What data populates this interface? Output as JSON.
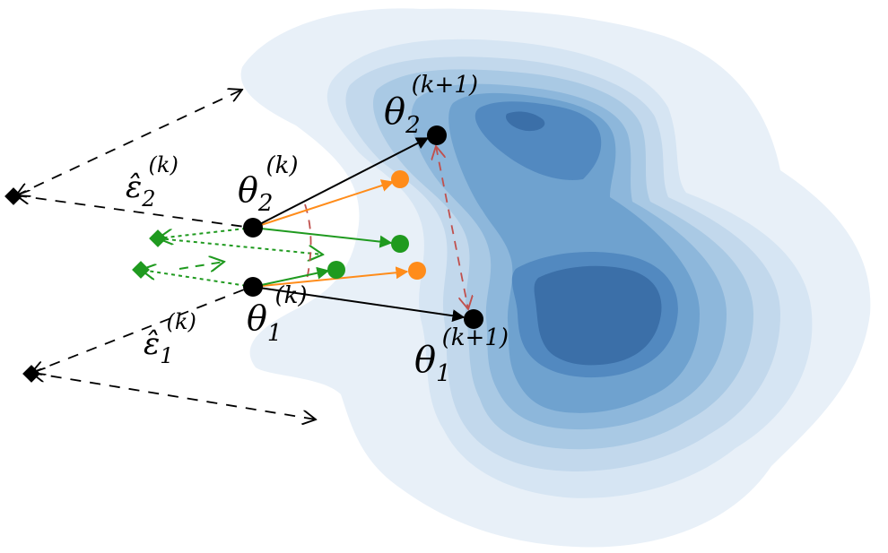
{
  "labels": {
    "theta2_next": {
      "base": "θ",
      "sub": "2",
      "sup": "(k+1)"
    },
    "theta1_next": {
      "base": "θ",
      "sub": "1",
      "sup": "(k+1)"
    },
    "theta2_k": {
      "base": "θ",
      "sub": "2",
      "sup": "(k)"
    },
    "theta1_k": {
      "base": "θ",
      "sub": "1",
      "sup": "(k)"
    },
    "eps2": {
      "base": "ε̂",
      "sub": "2",
      "sup": "(k)"
    },
    "eps1": {
      "base": "ε̂",
      "sub": "1",
      "sup": "(k)"
    }
  },
  "colors": {
    "density_levels": [
      "#e8f0f8",
      "#d6e5f3",
      "#c2d8ec",
      "#a9c9e4",
      "#8db7db",
      "#6fa2cf",
      "#5289c0",
      "#3b6fa8"
    ],
    "particle": "#000000",
    "orange": "#ff8c1a",
    "green": "#1f9a1f",
    "red_dashed": "#c0504d",
    "black_dashed": "#000000"
  }
}
